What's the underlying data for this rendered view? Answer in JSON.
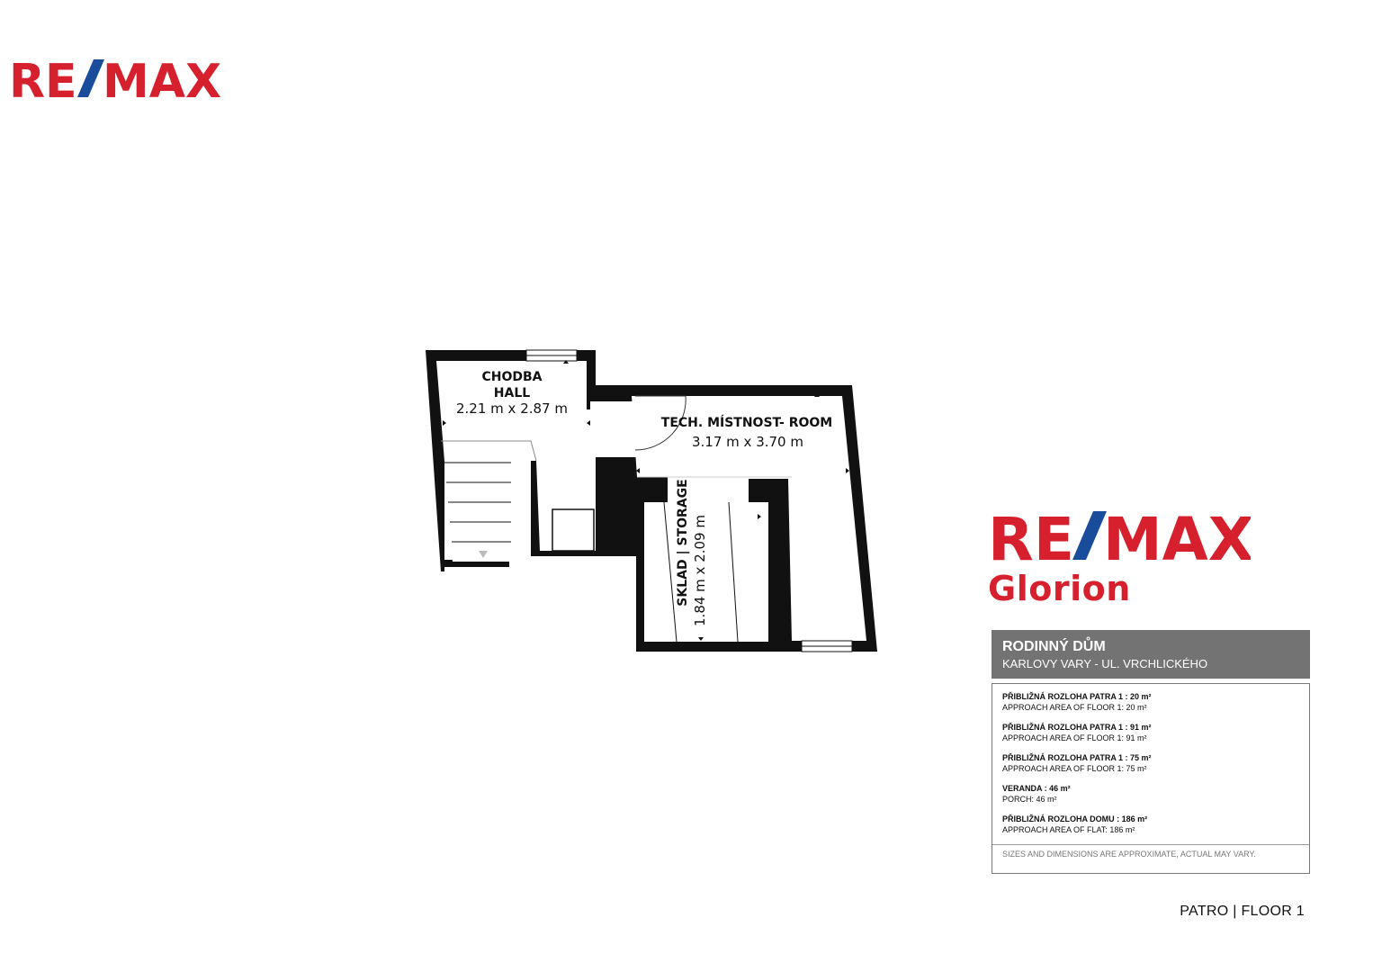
{
  "brand": {
    "logo_text": "RE/MAX",
    "office": "Glorion",
    "red": "#d7202e",
    "blue": "#1a4c9c"
  },
  "property": {
    "title": "RODINNÝ DŮM",
    "address": "KARLOVY VARY - UL. VRCHLICKÉHO"
  },
  "areas": [
    {
      "cz": "PŘIBLIŽNÁ ROZLOHA PATRA 1 : 20 m²",
      "en": "APPROACH AREA OF FLOOR 1: 20 m²"
    },
    {
      "cz": "PŘIBLIŽNÁ ROZLOHA PATRA 1 : 91 m²",
      "en": "APPROACH AREA OF FLOOR 1: 91 m²"
    },
    {
      "cz": "PŘIBLIŽNÁ ROZLOHA PATRA 1 : 75 m²",
      "en": "APPROACH AREA OF FLOOR 1: 75 m²"
    },
    {
      "cz": "VERANDA : 46 m²",
      "en": "PORCH: 46 m²"
    },
    {
      "cz": "PŘIBLIŽNÁ ROZLOHA DOMU : 186 m²",
      "en": "APPROACH AREA OF FLAT: 186 m²"
    }
  ],
  "disclaimer": "SIZES AND DIMENSIONS ARE APPROXIMATE, ACTUAL MAY VARY.",
  "floor_label": "PATRO | FLOOR 1",
  "rooms": {
    "hall": {
      "name_cz": "CHODBA",
      "name_en": "HALL",
      "size": "2.21 m x 2.87 m"
    },
    "tech": {
      "name": "TECH. MÍSTNOST- ROOM",
      "size": "3.17 m x 3.70 m"
    },
    "storage": {
      "name": "SKLAD | STORAGE",
      "size": "1.84 m x 2.09 m"
    }
  }
}
